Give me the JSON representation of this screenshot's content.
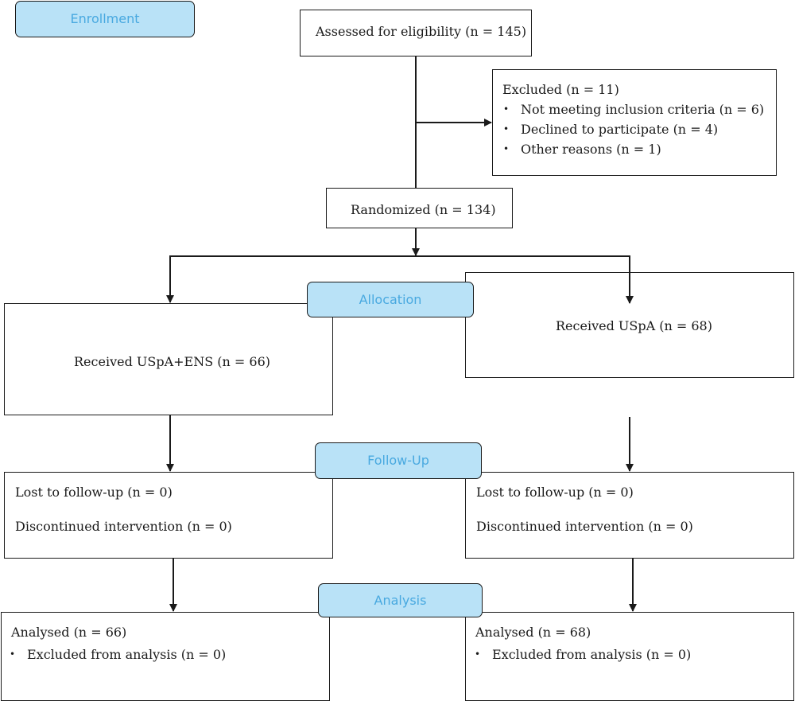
{
  "stages": {
    "enrollment": "Enrollment",
    "allocation": "Allocation",
    "follow_up": "Follow-Up",
    "analysis": "Analysis"
  },
  "assessed": "Assessed for eligibility (n = 145)",
  "excluded": {
    "title": "Excluded  (n = 11)",
    "reasons": [
      "Not meeting inclusion criteria (n = 6)",
      "Declined to participate (n = 4)",
      "Other reasons (n = 1)"
    ]
  },
  "randomized": "Randomized (n = 134)",
  "left_arm": {
    "allocation": "Received USpA+ENS (n = 66)",
    "lost": "Lost to follow-up (n = 0)",
    "discontinued": "Discontinued intervention (n = 0)",
    "analysed": "Analysed (n = 66)",
    "excluded_analysis": "Excluded from analysis (n = 0)"
  },
  "right_arm": {
    "allocation": "Received USpA (n = 68)",
    "lost": "Lost to follow-up (n = 0)",
    "discontinued": "Discontinued intervention (n = 0)",
    "analysed": "Analysed (n = 68)",
    "excluded_analysis": "Excluded from analysis (n = 0)"
  }
}
